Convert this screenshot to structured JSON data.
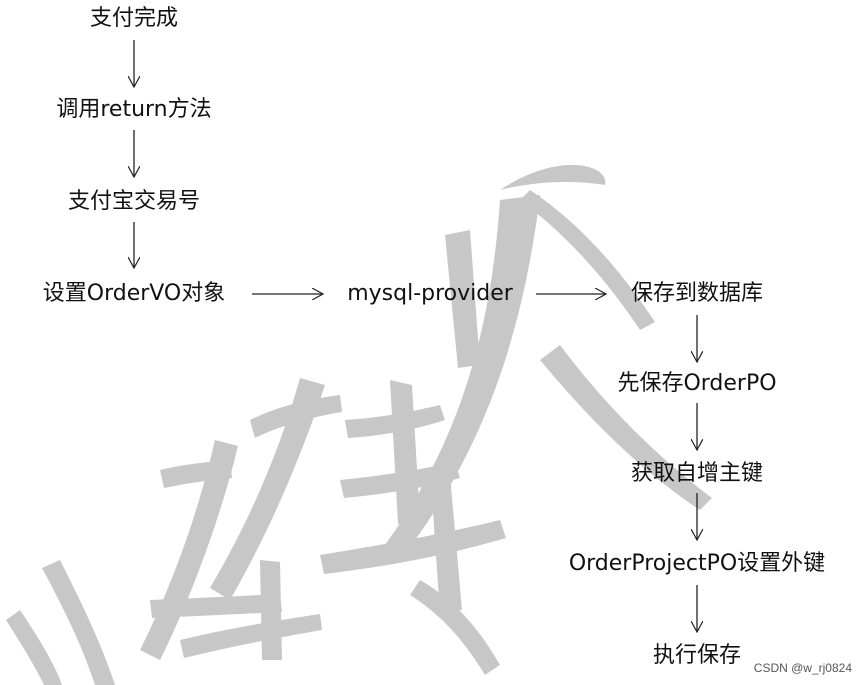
{
  "flow": {
    "steps": [
      {
        "id": "payment_complete",
        "label": "支付完成"
      },
      {
        "id": "call_return",
        "label": "调用return方法"
      },
      {
        "id": "alipay_trade_no",
        "label": "支付宝交易号"
      },
      {
        "id": "set_ordervo",
        "label": "设置OrderVO对象"
      },
      {
        "id": "mysql_provider",
        "label": "mysql-provider"
      },
      {
        "id": "save_db",
        "label": "保存到数据库"
      },
      {
        "id": "save_orderpo",
        "label": "先保存OrderPO"
      },
      {
        "id": "get_key",
        "label": "获取自增主键"
      },
      {
        "id": "set_fk",
        "label": "OrderProjectPO设置外键"
      },
      {
        "id": "execute_save",
        "label": "执行保存"
      }
    ]
  },
  "credit": {
    "text": "CSDN @w_rj0824"
  },
  "colors": {
    "text": "#111111",
    "arrow": "#222222",
    "watermark": "#c7c7c7"
  }
}
